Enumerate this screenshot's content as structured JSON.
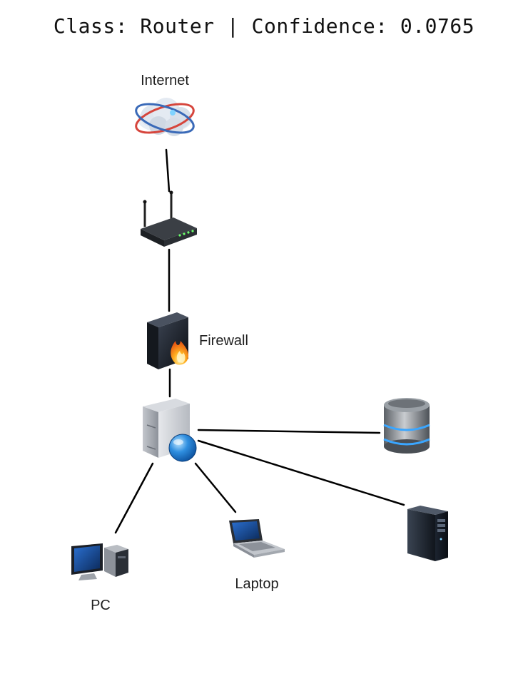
{
  "title": "Class: Router | Confidence: 0.0765",
  "nodes": {
    "internet": {
      "label": "Internet",
      "icon": "cloud-icon"
    },
    "router": {
      "label": "",
      "icon": "router-icon"
    },
    "firewall": {
      "label": "Firewall",
      "icon": "firewall-icon"
    },
    "server": {
      "label": "",
      "icon": "server-icon"
    },
    "database": {
      "label": "",
      "icon": "database-icon"
    },
    "tower": {
      "label": "",
      "icon": "tower-server-icon"
    },
    "pc": {
      "label": "PC",
      "icon": "desktop-pc-icon"
    },
    "laptop": {
      "label": "Laptop",
      "icon": "laptop-icon"
    }
  },
  "links": [
    [
      "internet",
      "router"
    ],
    [
      "router",
      "firewall"
    ],
    [
      "firewall",
      "server"
    ],
    [
      "server",
      "database"
    ],
    [
      "server",
      "tower"
    ],
    [
      "server",
      "pc"
    ],
    [
      "server",
      "laptop"
    ]
  ]
}
